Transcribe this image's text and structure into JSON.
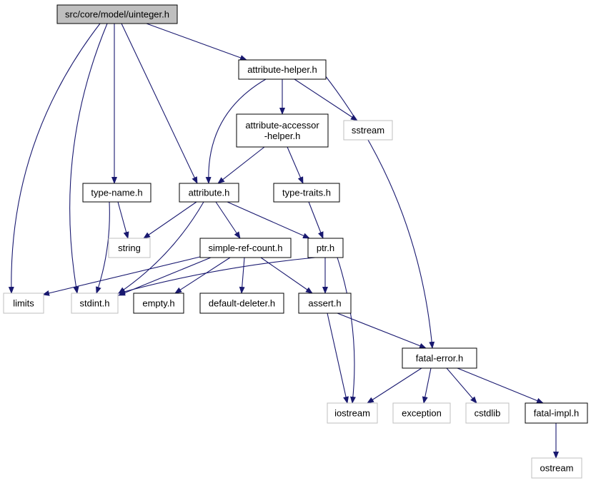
{
  "colors": {
    "edge": "#191970",
    "node_border": "#000000",
    "external_border": "#bfbfbf",
    "root_fill": "#bfbfbf",
    "node_fill": "#ffffff",
    "external_text": "#404040"
  },
  "nodes": [
    {
      "id": "uinteger",
      "lines": [
        "src/core/model/uinteger.h"
      ],
      "kind": "root"
    },
    {
      "id": "attribute-helper",
      "lines": [
        "attribute-helper.h"
      ],
      "kind": "file"
    },
    {
      "id": "attribute-accessor-helper",
      "lines": [
        "attribute-accessor",
        "-helper.h"
      ],
      "kind": "file"
    },
    {
      "id": "sstream",
      "lines": [
        "sstream"
      ],
      "kind": "external"
    },
    {
      "id": "type-name",
      "lines": [
        "type-name.h"
      ],
      "kind": "file"
    },
    {
      "id": "attribute",
      "lines": [
        "attribute.h"
      ],
      "kind": "file"
    },
    {
      "id": "type-traits",
      "lines": [
        "type-traits.h"
      ],
      "kind": "file"
    },
    {
      "id": "string",
      "lines": [
        "string"
      ],
      "kind": "external"
    },
    {
      "id": "simple-ref-count",
      "lines": [
        "simple-ref-count.h"
      ],
      "kind": "file"
    },
    {
      "id": "ptr",
      "lines": [
        "ptr.h"
      ],
      "kind": "file"
    },
    {
      "id": "limits",
      "lines": [
        "limits"
      ],
      "kind": "external"
    },
    {
      "id": "stdint",
      "lines": [
        "stdint.h"
      ],
      "kind": "external"
    },
    {
      "id": "empty",
      "lines": [
        "empty.h"
      ],
      "kind": "file"
    },
    {
      "id": "default-deleter",
      "lines": [
        "default-deleter.h"
      ],
      "kind": "file"
    },
    {
      "id": "assert",
      "lines": [
        "assert.h"
      ],
      "kind": "file"
    },
    {
      "id": "fatal-error",
      "lines": [
        "fatal-error.h"
      ],
      "kind": "file"
    },
    {
      "id": "iostream",
      "lines": [
        "iostream"
      ],
      "kind": "external"
    },
    {
      "id": "exception",
      "lines": [
        "exception"
      ],
      "kind": "external"
    },
    {
      "id": "cstdlib",
      "lines": [
        "cstdlib"
      ],
      "kind": "external"
    },
    {
      "id": "fatal-impl",
      "lines": [
        "fatal-impl.h"
      ],
      "kind": "file"
    },
    {
      "id": "ostream",
      "lines": [
        "ostream"
      ],
      "kind": "external"
    }
  ],
  "edges": [
    {
      "from": "uinteger",
      "to": "attribute-helper"
    },
    {
      "from": "uinteger",
      "to": "limits"
    },
    {
      "from": "uinteger",
      "to": "stdint"
    },
    {
      "from": "uinteger",
      "to": "type-name"
    },
    {
      "from": "uinteger",
      "to": "attribute"
    },
    {
      "from": "attribute-helper",
      "to": "attribute-accessor-helper"
    },
    {
      "from": "attribute-helper",
      "to": "sstream"
    },
    {
      "from": "attribute-helper",
      "to": "attribute"
    },
    {
      "from": "attribute-helper",
      "to": "fatal-error"
    },
    {
      "from": "attribute-accessor-helper",
      "to": "attribute"
    },
    {
      "from": "attribute-accessor-helper",
      "to": "type-traits"
    },
    {
      "from": "type-name",
      "to": "string"
    },
    {
      "from": "type-name",
      "to": "stdint"
    },
    {
      "from": "attribute",
      "to": "string"
    },
    {
      "from": "attribute",
      "to": "stdint"
    },
    {
      "from": "attribute",
      "to": "simple-ref-count"
    },
    {
      "from": "attribute",
      "to": "ptr"
    },
    {
      "from": "type-traits",
      "to": "ptr"
    },
    {
      "from": "simple-ref-count",
      "to": "limits"
    },
    {
      "from": "simple-ref-count",
      "to": "stdint"
    },
    {
      "from": "simple-ref-count",
      "to": "empty"
    },
    {
      "from": "simple-ref-count",
      "to": "default-deleter"
    },
    {
      "from": "simple-ref-count",
      "to": "assert"
    },
    {
      "from": "ptr",
      "to": "stdint"
    },
    {
      "from": "ptr",
      "to": "assert"
    },
    {
      "from": "ptr",
      "to": "iostream"
    },
    {
      "from": "assert",
      "to": "iostream"
    },
    {
      "from": "assert",
      "to": "fatal-error"
    },
    {
      "from": "fatal-error",
      "to": "iostream"
    },
    {
      "from": "fatal-error",
      "to": "exception"
    },
    {
      "from": "fatal-error",
      "to": "cstdlib"
    },
    {
      "from": "fatal-error",
      "to": "fatal-impl"
    },
    {
      "from": "fatal-impl",
      "to": "ostream"
    }
  ]
}
